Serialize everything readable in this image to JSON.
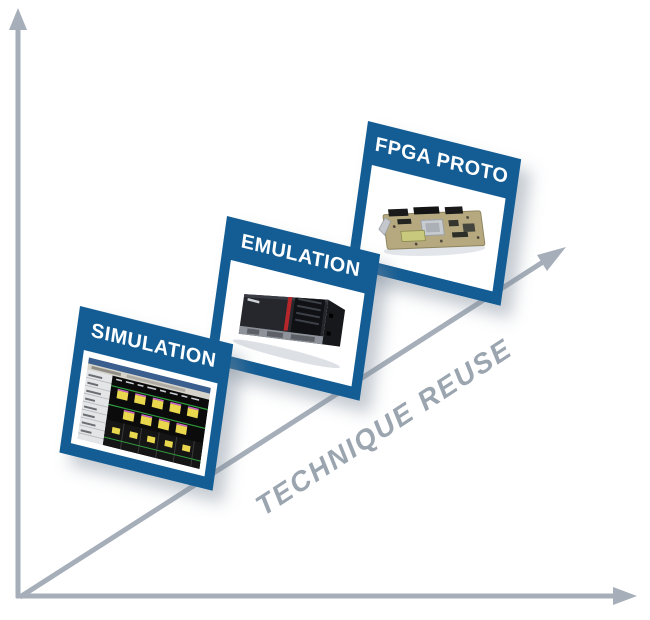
{
  "diagram": {
    "type": "verification-progression-infographic",
    "diagonal_axis_label": "TECHNIQUE REUSE",
    "cards": [
      {
        "label": "SIMULATION",
        "image": "waveform-simulator-screenshot",
        "position": "bottom-left"
      },
      {
        "label": "EMULATION",
        "image": "emulator-chassis-photo",
        "position": "middle"
      },
      {
        "label": "FPGA PROTO",
        "image": "fpga-prototyping-board-photo",
        "position": "top-right"
      }
    ],
    "colors": {
      "card_blue": "#145d94",
      "card_text": "#ffffff",
      "axis_gray": "#a6afb9",
      "diagonal_label_gray": "#9ba5b0",
      "background": "#ffffff"
    }
  }
}
